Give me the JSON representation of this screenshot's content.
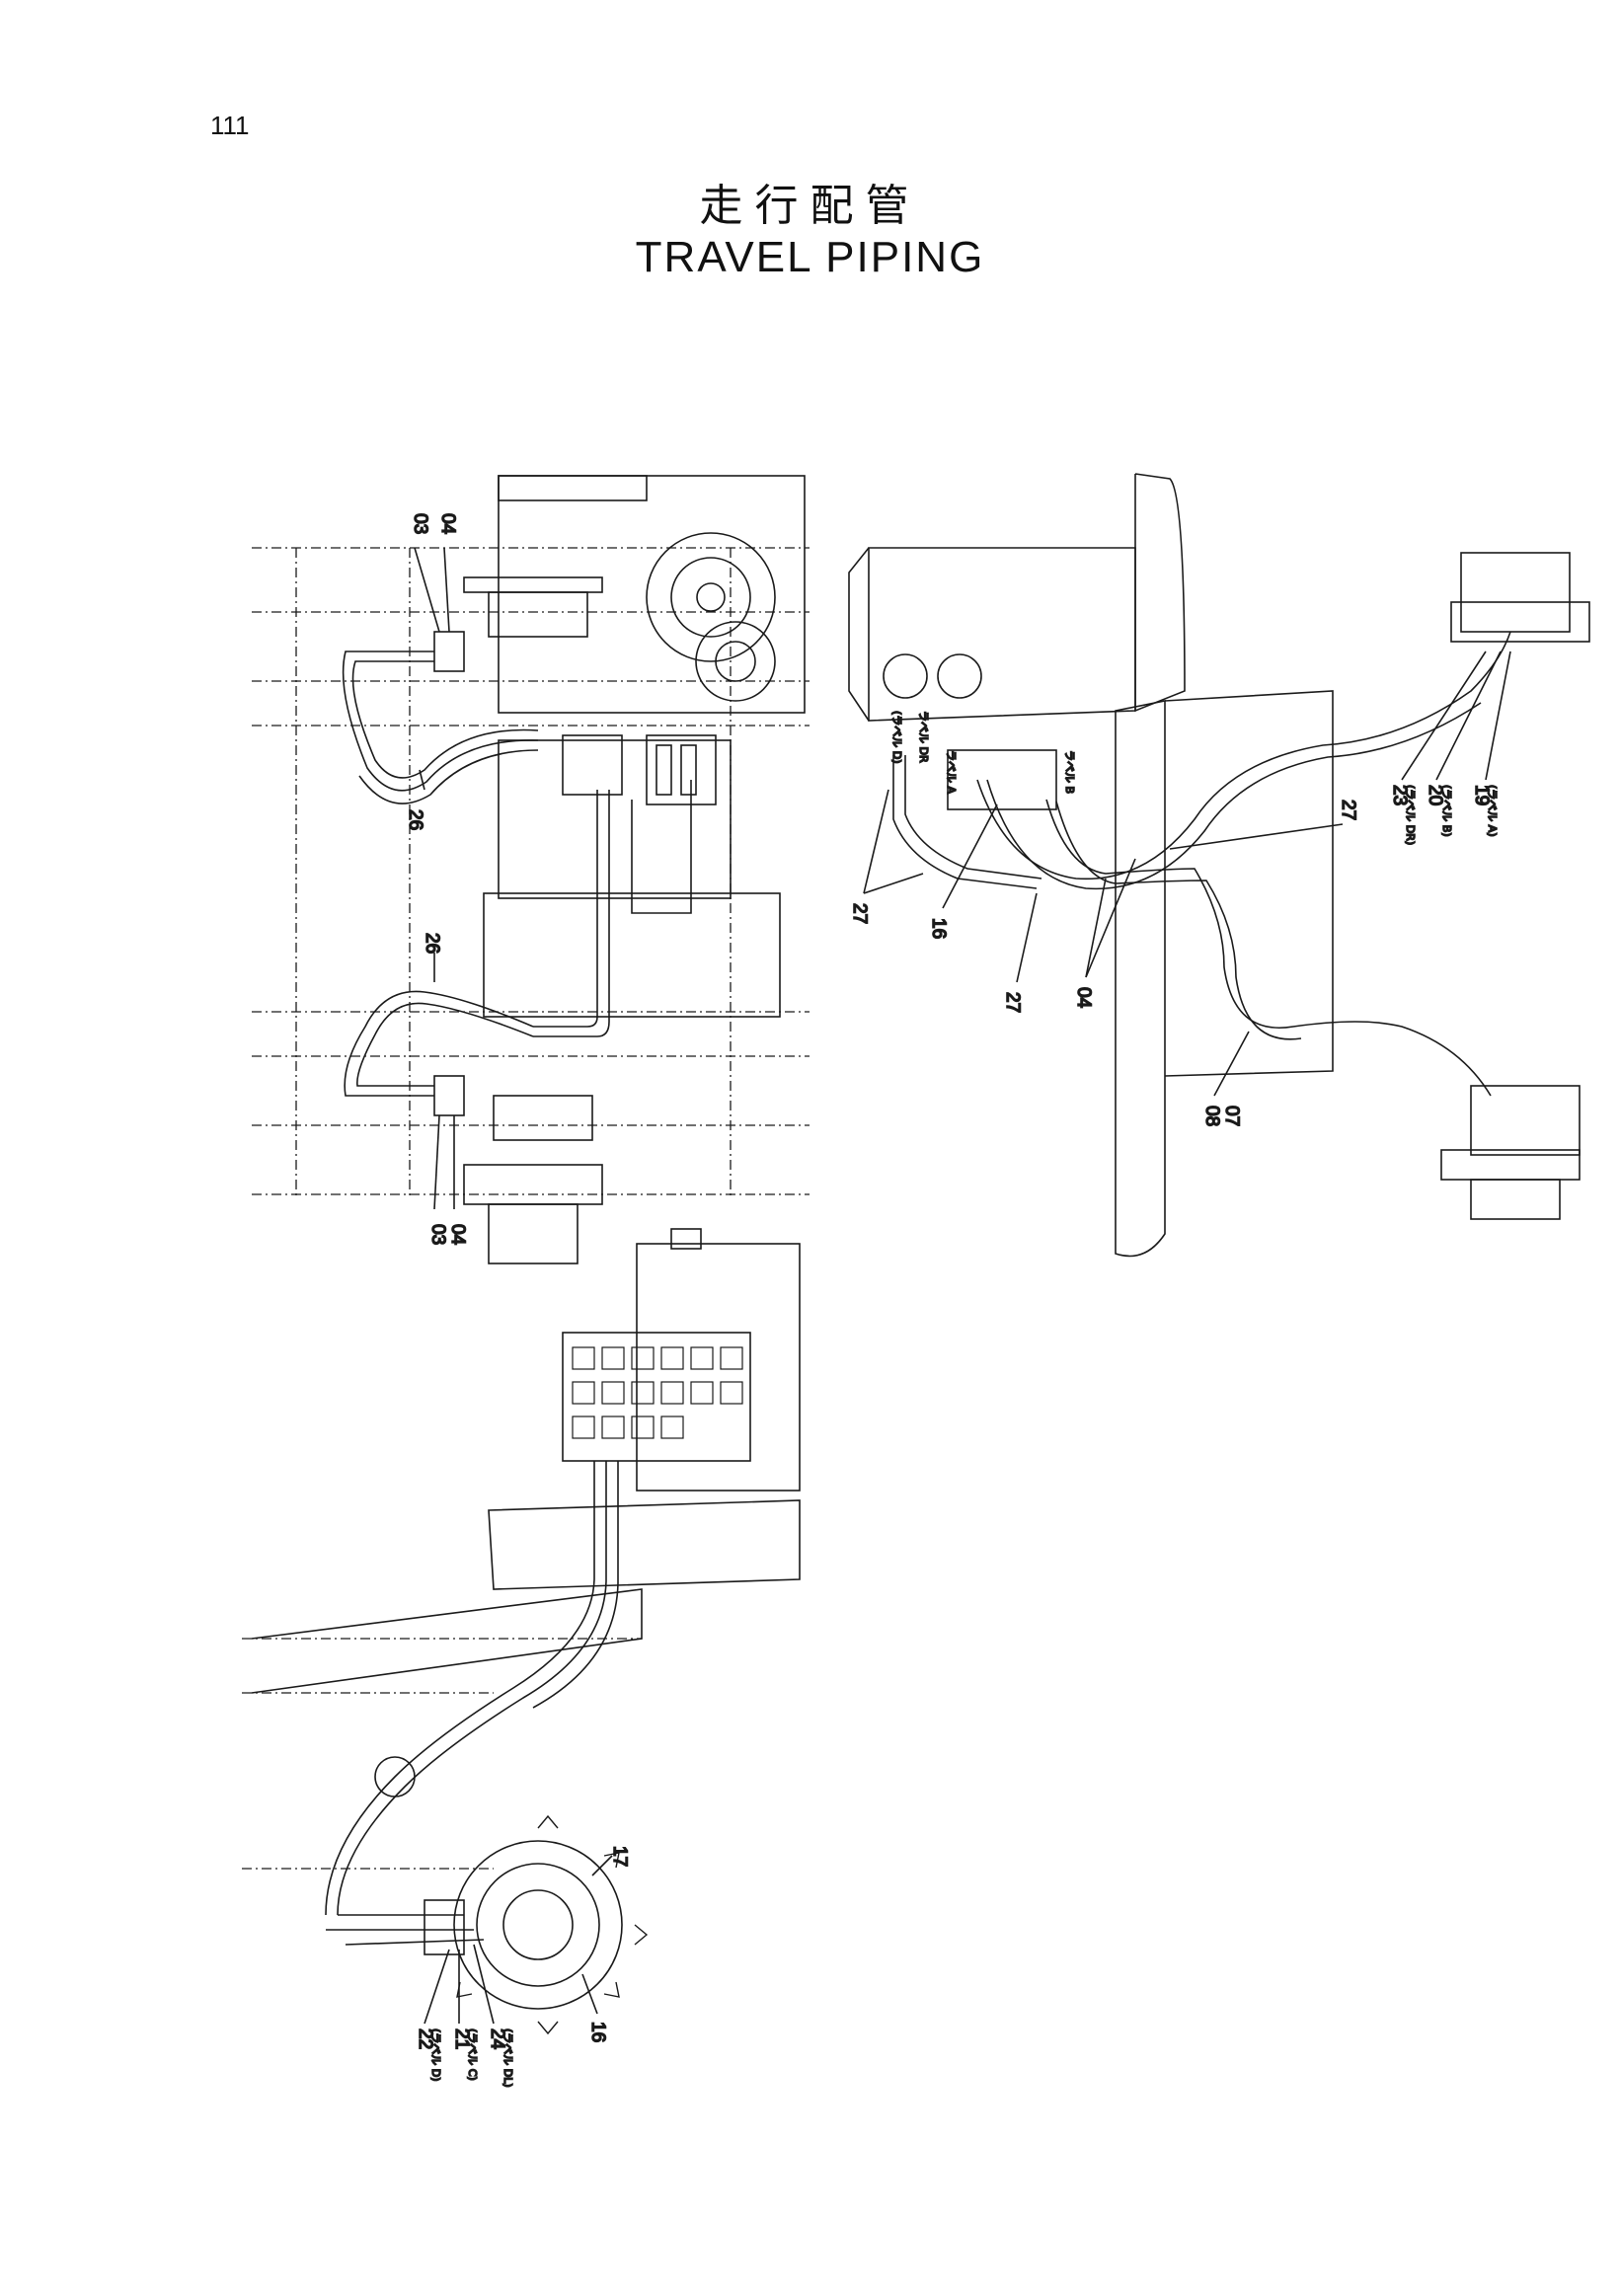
{
  "page": {
    "number": "111"
  },
  "title": {
    "japanese": "走行配管",
    "english": "TRAVEL  PIPING"
  },
  "views": [
    {
      "name": "upper-left-view",
      "callouts": [
        "03",
        "04",
        "26",
        "26",
        "03",
        "04"
      ]
    },
    {
      "name": "upper-right-view",
      "callouts": [
        "27",
        "16",
        "27",
        "04",
        "27",
        "23",
        "20",
        "19",
        "08",
        "07"
      ],
      "tags": [
        "(ラベル D)",
        "ラベル DR",
        "ラベル A",
        "ラベル B",
        "(ラベル DR)",
        "(ラベル B)",
        "(ラベル A)"
      ]
    },
    {
      "name": "lower-view",
      "callouts": [
        "17",
        "16",
        "22",
        "21",
        "24"
      ],
      "tags": [
        "(ラベル D)",
        "(ラベル C)",
        "(ラベル DL)"
      ]
    }
  ]
}
